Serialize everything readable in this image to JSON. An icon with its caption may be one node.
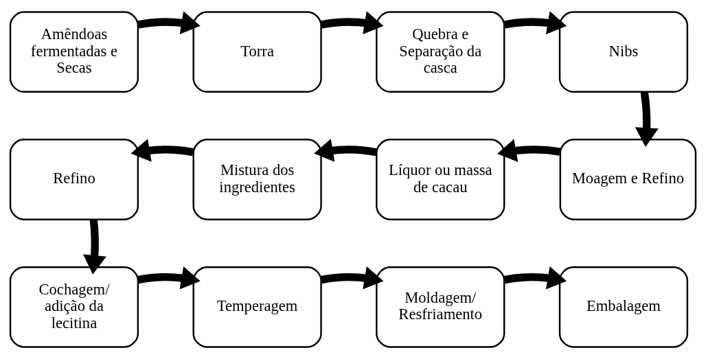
{
  "diagram": {
    "nodes": [
      {
        "text": [
          "Amêndoas fermentadas e Secas"
        ]
      },
      {
        "text": [
          "Torra"
        ]
      },
      {
        "text": [
          "Quebra e Separação da casca"
        ]
      },
      {
        "text": [
          "Nibs"
        ]
      },
      {
        "text": [
          "Moagem e Refino"
        ]
      },
      {
        "text": [
          "Líquor ou massa de cacau"
        ]
      },
      {
        "text": [
          "Mistura dos ingredientes"
        ]
      },
      {
        "text": [
          "Refino"
        ]
      },
      {
        "text": [
          "Cochagem/ adição da lecitina"
        ]
      },
      {
        "text": [
          "Temperagem"
        ]
      },
      {
        "text": [
          "Moldagem/ Resfriamento"
        ]
      },
      {
        "text": [
          "Embalagem"
        ]
      }
    ],
    "edges": [
      {
        "from": 0,
        "to": 1,
        "arrow": "to"
      },
      {
        "from": 1,
        "to": 2,
        "arrow": "to"
      },
      {
        "from": 2,
        "to": 3,
        "arrow": "to"
      },
      {
        "from": 3,
        "to": 4,
        "arrow": "to"
      },
      {
        "from": 4,
        "to": 5,
        "arrow": "to"
      },
      {
        "from": 5,
        "to": 6,
        "arrow": "to"
      },
      {
        "from": 6,
        "to": 7,
        "arrow": "to"
      },
      {
        "from": 7,
        "to": 8,
        "arrow": "to"
      },
      {
        "from": 8,
        "to": 9,
        "arrow": "to"
      },
      {
        "from": 9,
        "to": 10,
        "arrow": "to"
      },
      {
        "from": 10,
        "to": 11,
        "arrow": "to"
      }
    ]
  }
}
